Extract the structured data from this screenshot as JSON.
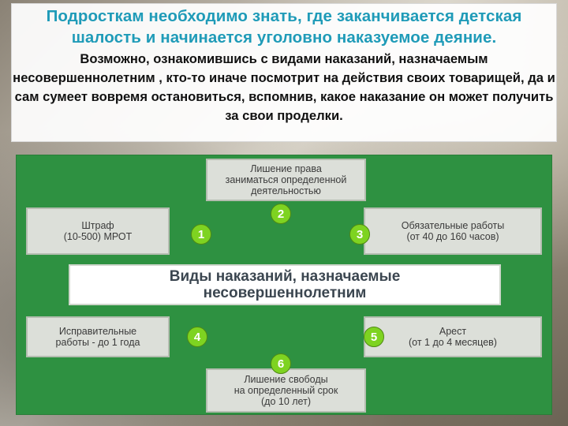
{
  "header": {
    "headline": "Подросткам необходимо знать, где заканчивается детская шалость и начинается уголовно наказуемое деяние.",
    "body": "Возможно, ознакомившись с видами наказаний, назначаемым несовершеннолетним , кто-то иначе посмотрит на действия своих товарищей, да и сам сумеет вовремя остановиться, вспомнив, какое наказание он может получить за свои проделки."
  },
  "diagram": {
    "center": "Виды наказаний, назначаемые\nнесовершеннолетним",
    "items": [
      {
        "number": "1",
        "label": "Штраф\n(10-500) МРОТ"
      },
      {
        "number": "2",
        "label": "Лишение права\nзаниматься определенной\nдеятельностью"
      },
      {
        "number": "3",
        "label": "Обязательные работы\n(от 40 до 160 часов)"
      },
      {
        "number": "4",
        "label": "Исправительные\nработы - до 1 года"
      },
      {
        "number": "5",
        "label": "Арест\n(от 1 до 4 месяцев)"
      },
      {
        "number": "6",
        "label": "Лишение свободы\nна определенный срок\n(до 10 лет)"
      }
    ]
  },
  "colors": {
    "headline": "#1f9bb8",
    "diagram_bg": "#2e9141",
    "badge": "#7ed321"
  }
}
